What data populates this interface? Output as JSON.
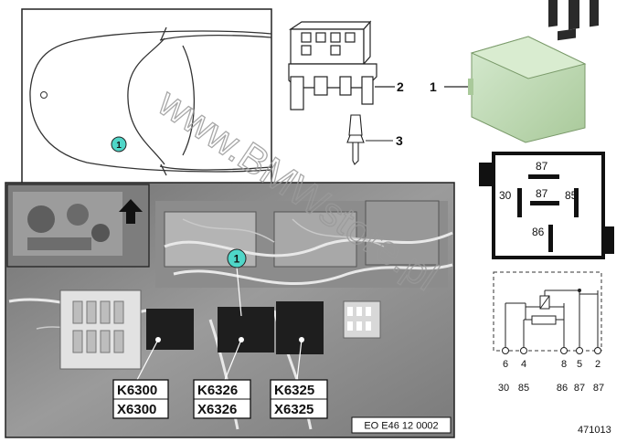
{
  "callouts": {
    "n1": "1",
    "n2": "2",
    "n3": "3",
    "bubble": "1"
  },
  "relay_symbol": {
    "pin_87_top": "87",
    "pin_30": "30",
    "pin_87_mid": "87",
    "pin_85": "85",
    "pin_86": "86"
  },
  "schematic": {
    "pins_top": [
      "6",
      "4",
      "8",
      "5",
      "2"
    ],
    "pins_bottom": [
      "30",
      "85",
      "86",
      "87",
      "87"
    ]
  },
  "connectors": [
    {
      "relay": "K6300",
      "plug": "X6300"
    },
    {
      "relay": "K6326",
      "plug": "X6326"
    },
    {
      "relay": "K6325",
      "plug": "X6325"
    }
  ],
  "photo_code": "EO E46 12 0002",
  "diagram_id": "471013",
  "watermark": "www.BMWstore.pl",
  "colors": {
    "relay_body": "#c8dfb8",
    "bubble": "#4fd6c8"
  }
}
